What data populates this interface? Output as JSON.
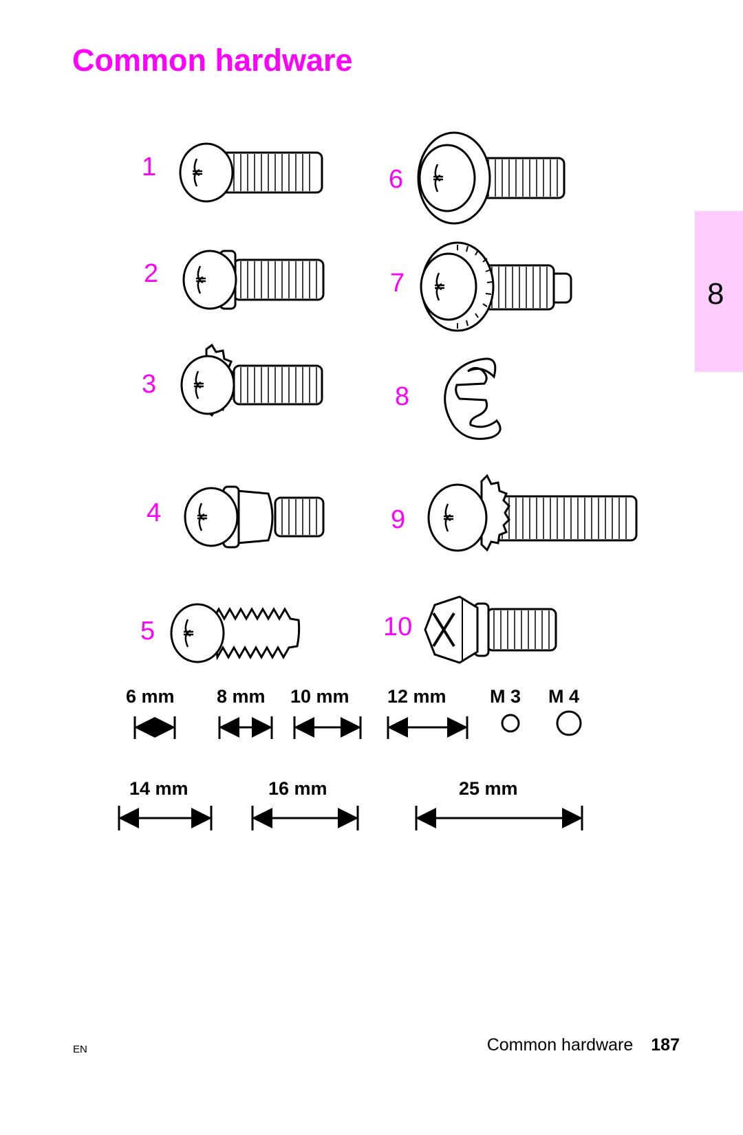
{
  "page": {
    "title": "Common hardware",
    "chapter_tab": "8"
  },
  "figure": {
    "items": [
      {
        "number": "1",
        "type": "pan-head-screw"
      },
      {
        "number": "2",
        "type": "pan-head-screw-with-washer"
      },
      {
        "number": "3",
        "type": "screw-with-star-washer"
      },
      {
        "number": "4",
        "type": "shoulder-screw"
      },
      {
        "number": "5",
        "type": "self-tapping-screw"
      },
      {
        "number": "6",
        "type": "screw-with-lock-washer"
      },
      {
        "number": "7",
        "type": "screw-with-serrated-washer"
      },
      {
        "number": "8",
        "type": "e-ring"
      },
      {
        "number": "9",
        "type": "long-screw-with-star-washer"
      },
      {
        "number": "10",
        "type": "hex-head-screw"
      }
    ],
    "measurements": {
      "m6": "6 mm",
      "m8": "8 mm",
      "m10": "10 mm",
      "m12": "12 mm",
      "m3": "M 3",
      "m4": "M 4",
      "m14": "14 mm",
      "m16": "16 mm",
      "m25": "25 mm"
    }
  },
  "footer": {
    "lang": "EN",
    "section": "Common hardware",
    "page_number": "187"
  },
  "colors": {
    "accent": "#ff00ff",
    "tab": "#ffccff"
  }
}
